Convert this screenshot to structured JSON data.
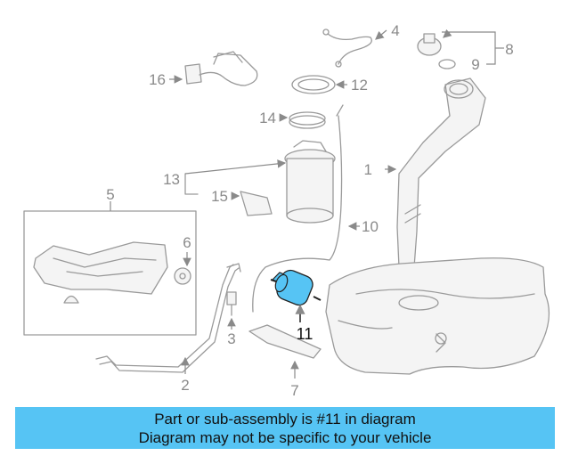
{
  "diagram": {
    "labels": [
      "1",
      "2",
      "3",
      "4",
      "5",
      "6",
      "7",
      "8",
      "9",
      "10",
      "11",
      "12",
      "13",
      "14",
      "15",
      "16"
    ],
    "highlight_part": "11",
    "highlight_color": "#56c4f4"
  },
  "banner": {
    "line1": "Part or sub-assembly is #11 in diagram",
    "line2": "Diagram may not be specific to your vehicle",
    "background": "#56c4f4"
  }
}
